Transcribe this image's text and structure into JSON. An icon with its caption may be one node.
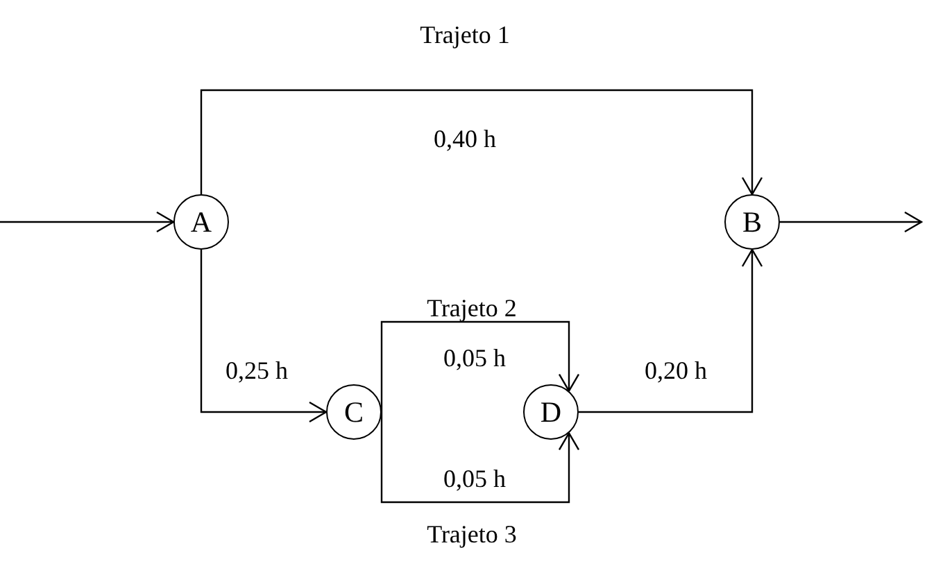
{
  "diagram": {
    "nodes": [
      {
        "text": [
          "A"
        ]
      },
      {
        "text": [
          "B"
        ]
      },
      {
        "text": [
          "C"
        ]
      },
      {
        "text": [
          "D"
        ]
      }
    ],
    "edges": [
      {
        "from": null,
        "to": 0,
        "arrow": "to"
      },
      {
        "from": 0,
        "to": 1,
        "arrow": "to",
        "label": "0,40 h"
      },
      {
        "from": 0,
        "to": 2,
        "arrow": "to",
        "label": "0,25 h"
      },
      {
        "from": 2,
        "to": 3,
        "arrow": "to",
        "label": "0,05 h"
      },
      {
        "from": 2,
        "to": 3,
        "arrow": "to",
        "label": "0,05 h"
      },
      {
        "from": 3,
        "to": 1,
        "arrow": "to",
        "label": "0,20 h"
      },
      {
        "from": 1,
        "to": null,
        "arrow": "to"
      }
    ],
    "labels": [
      "Trajeto 1",
      "Trajeto 2",
      "Trajeto 3"
    ]
  }
}
